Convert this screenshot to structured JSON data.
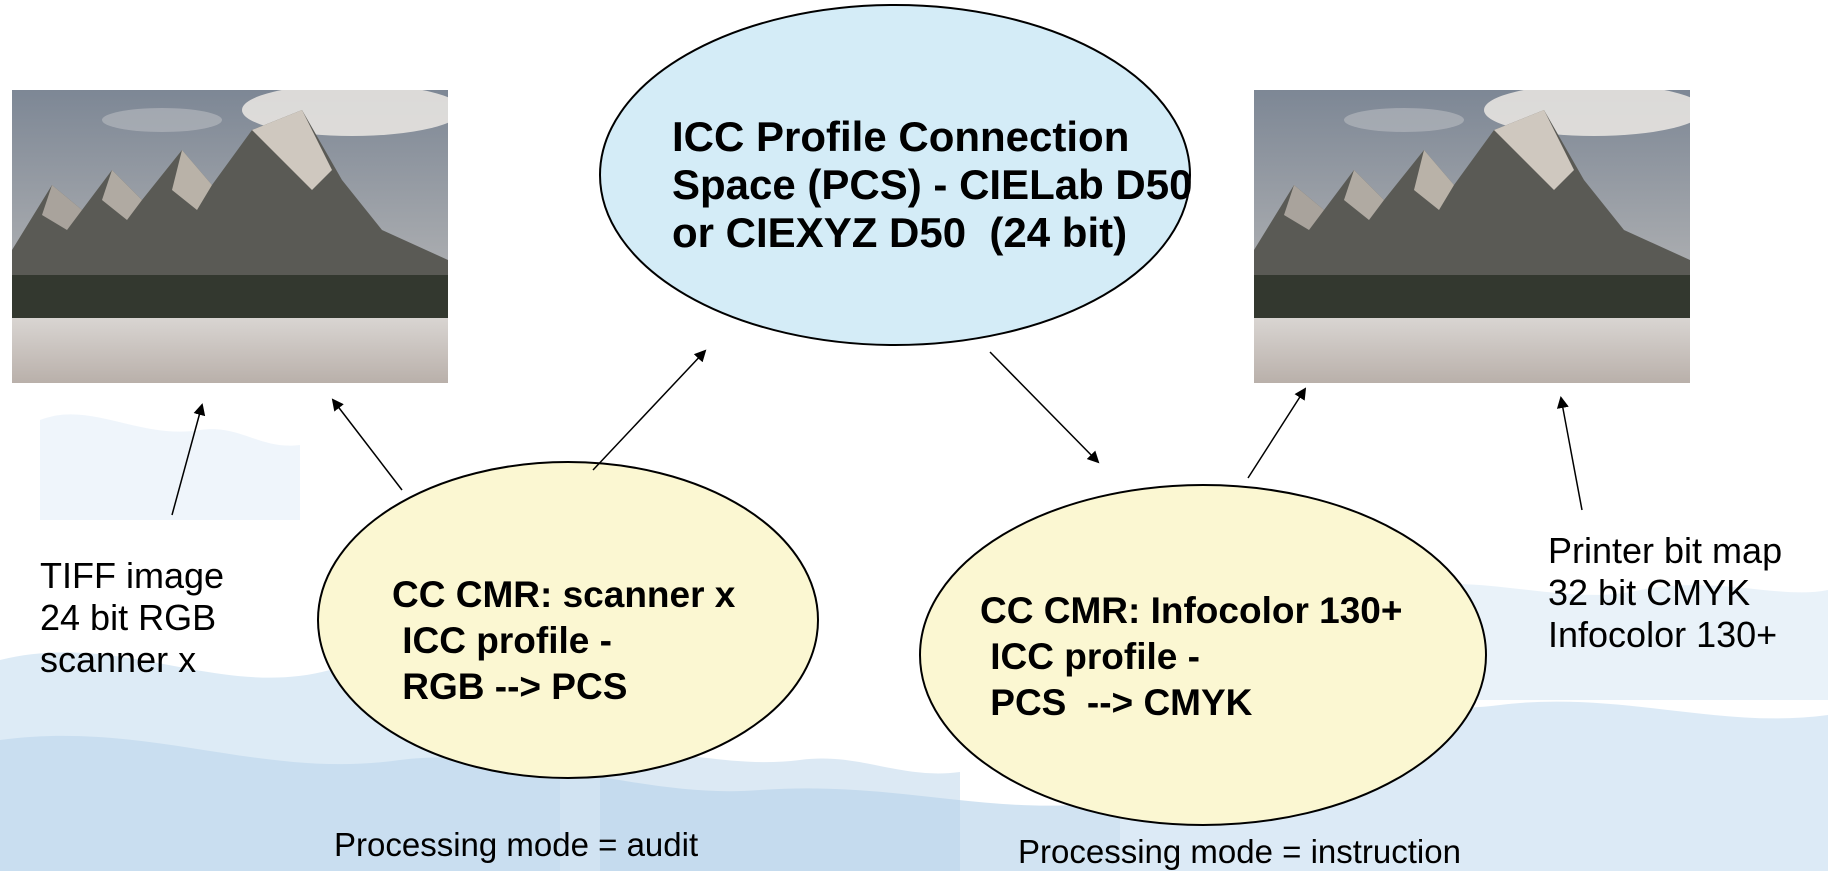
{
  "pcs": {
    "label": "ICC Profile Connection\nSpace (PCS) - CIELab D50\nor CIEXYZ D50  (24 bit)"
  },
  "cmr_scanner": {
    "label": "CC CMR: scanner x\n ICC profile -\n RGB --> PCS"
  },
  "cmr_printer": {
    "label": "CC CMR: Infocolor 130+\n ICC profile -\n PCS  --> CMYK"
  },
  "tiff_image": {
    "label": "TIFF image\n24 bit RGB\nscanner x"
  },
  "printer_bitmap": {
    "label": "Printer bit map\n32 bit CMYK\nInfocolor 130+"
  },
  "mode_audit": {
    "label": "Processing mode = audit"
  },
  "mode_instruction": {
    "label": "Processing mode = instruction"
  },
  "colors": {
    "pcs_fill": "#d4ecf7",
    "cmr_fill": "#fbf7d2",
    "map_fill": "#c9dff0",
    "stroke": "#000000"
  },
  "icons": {
    "photo_left": "mountain-photo",
    "photo_right": "mountain-photo"
  }
}
